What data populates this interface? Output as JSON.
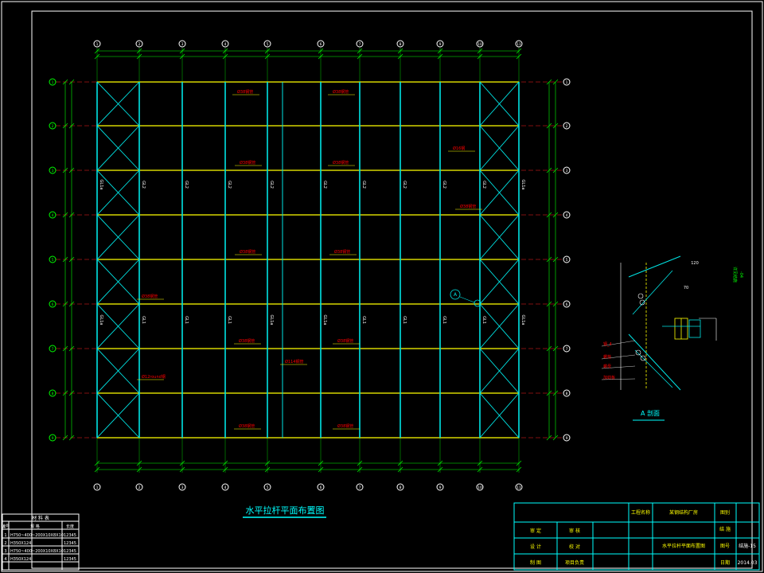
{
  "drawing": {
    "main_title": "水平拉杆平面布置图",
    "detail_title": "A 剖面",
    "grid_cols_top": [
      "1",
      "2",
      "3",
      "4",
      "5",
      "6",
      "7",
      "8",
      "9",
      "10",
      "11"
    ],
    "grid_cols_bottom": [
      "1",
      "2",
      "3",
      "4",
      "5",
      "6",
      "7",
      "8",
      "9",
      "10",
      "11"
    ],
    "grid_rows": [
      "1",
      "2",
      "3",
      "4",
      "5",
      "6",
      "7",
      "8",
      "9"
    ],
    "ties_upper": [
      {
        "label": "Ø38钢管"
      },
      {
        "label": "Ø38钢管"
      },
      {
        "label": "Ø38钢管"
      },
      {
        "label": "Ø38钢管"
      },
      {
        "label": "Ø16钢"
      },
      {
        "label": "Ø38钢管"
      }
    ],
    "ties_lower": [
      {
        "label": "Ø38钢管"
      },
      {
        "label": "Ø38钢管"
      },
      {
        "label": "Ø38钢管"
      },
      {
        "label": "Ø38钢管"
      },
      {
        "label": "Ø38钢管"
      },
      {
        "label": "Ø114钢管"
      },
      {
        "label": "Ø12round钢"
      },
      {
        "label": "Ø38钢管"
      },
      {
        "label": "Ø38钢管"
      }
    ],
    "column_labels_top": [
      "GL1a",
      "GL2",
      "GL2",
      "GL2",
      "GL2",
      "GL2",
      "GL2",
      "GL2",
      "GL2",
      "GL2",
      "GL1a"
    ],
    "column_labels_bottom": [
      "GL1a",
      "GL1",
      "GL1",
      "GL1",
      "GL1a",
      "GL1a",
      "GL1",
      "GL1",
      "GL1",
      "GL1",
      "GL1a"
    ],
    "detail_marker": "A",
    "detail_dims": [
      "120",
      "70"
    ],
    "detail_callouts": [
      "钢_4",
      "螺栓",
      "螺母",
      "加劲板"
    ],
    "detail_side_text": [
      "详见结施",
      "-04"
    ]
  },
  "material_table": {
    "title": "材 料 表",
    "headers": [
      "编号",
      "规 格",
      "长度"
    ],
    "rows": [
      [
        "1",
        "H750~400~200X10X8X10",
        "12345"
      ],
      [
        "2",
        "H350X124",
        "12345"
      ],
      [
        "3",
        "H750~400~200X10X8X10",
        "12345"
      ],
      [
        "4",
        "H350X124",
        "12345"
      ]
    ]
  },
  "title_block": {
    "project_label": "工程名称",
    "project_name": "某钢结构厂房",
    "drawing_name": "水平拉杆平面布置图",
    "drawing_no_label": "图号",
    "drawing_no": "结施-15",
    "sheet_label": "图别",
    "sheet_value": "结 施",
    "date_label": "日期",
    "date_value": "2014.03",
    "roles": [
      "审 定",
      "审 核",
      "设 计",
      "校 对",
      "制 图",
      "项目负责"
    ]
  },
  "colors": {
    "background": "#000000",
    "column_line": "#00e5e5",
    "tie_line": "#ffff00",
    "grid_red": "#ff2222",
    "dim_green": "#00ff00",
    "frame_white": "#ffffff",
    "label_red": "#ff0000",
    "title_cyan": "#00ffff"
  }
}
